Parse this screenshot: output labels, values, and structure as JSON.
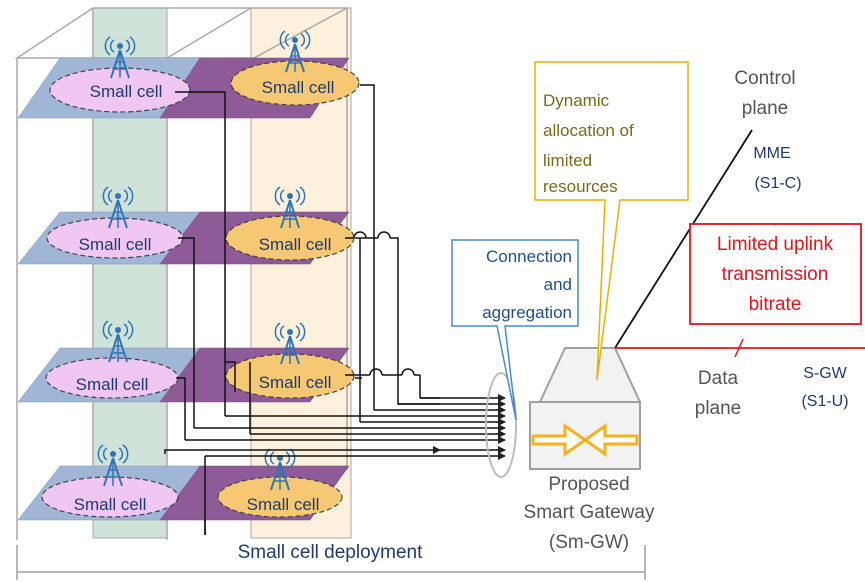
{
  "cell_label": "Small cell",
  "deployment_label": "Small cell deployment",
  "callouts": {
    "dynamic": [
      "Dynamic",
      "allocation of",
      "limited",
      "resources"
    ],
    "connection": [
      "Connection",
      "and",
      "aggregation"
    ],
    "limited": [
      "Limited uplink",
      "transmission",
      "bitrate"
    ]
  },
  "control_plane": [
    "Control",
    "plane"
  ],
  "data_plane": [
    "Data",
    "plane"
  ],
  "mme": [
    "MME",
    "(S1-C)"
  ],
  "sgw": [
    "S-GW",
    "(S1-U)"
  ],
  "gateway": [
    "Proposed",
    "Smart Gateway",
    "(Sm-GW)"
  ],
  "colors": {
    "blue_floor": "#9fb6d7",
    "purple_floor": "#8e5a98",
    "pink_ellipse": "#f0c6f3",
    "orange_ellipse": "#f7c873",
    "green_column": "#cfe3d9",
    "orange_column": "#fdf0dc",
    "tower": "#2f75b6",
    "callout_yellow": "#e8b100",
    "callout_blue": "#4a8cc7",
    "callout_red": "#e0161b",
    "gateway_arrow": "#f5b21b",
    "navy_text": "#1f3a6e",
    "olive_text": "#7a6a1a",
    "gray_text": "#555555"
  }
}
